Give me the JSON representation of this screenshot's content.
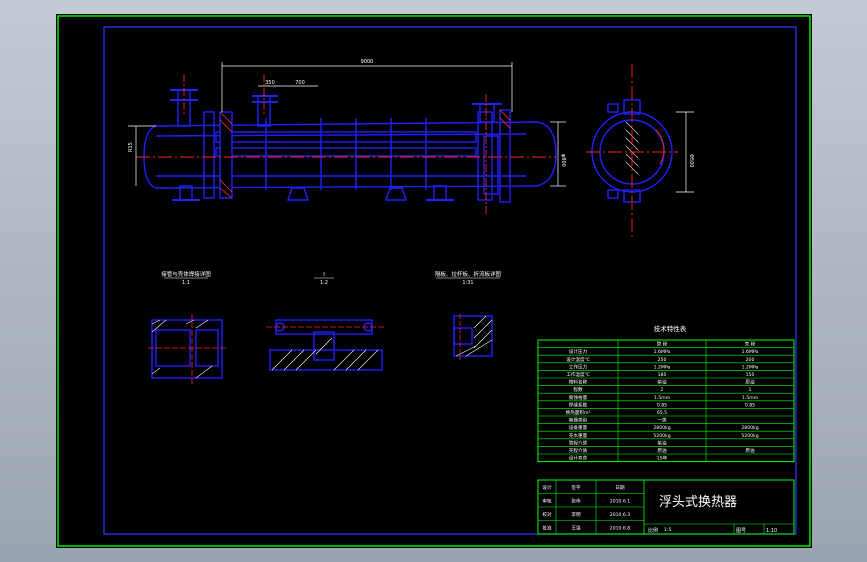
{
  "drawing": {
    "title": "浮头式换热器",
    "colors": {
      "background": "#000000",
      "viewport": "#a9b3bf",
      "frame": "#00ff00",
      "inner_frame": "#3030ff",
      "equipment": "#2020ff",
      "centerline": "#ff2020",
      "dimension": "#ffffff",
      "table_lines": "#00ff00"
    },
    "dimensions": {
      "overall_length": "9000",
      "nozzle_spacing_a": "350",
      "nozzle_spacing_b": "700",
      "shell_diameter": "Φ500",
      "left_height": "R15",
      "flange_height": "φ800"
    },
    "details": [
      {
        "title": "接管与壳体焊接详图",
        "scale": "1:1"
      },
      {
        "title": "I",
        "scale": "1:2"
      },
      {
        "title": "隔板、拉杆板、折流板详图",
        "scale": "1:31"
      }
    ],
    "tech_table": {
      "title": "技术特性表",
      "headers": [
        "",
        "管 程",
        "壳 程"
      ],
      "rows": [
        [
          "设计压力",
          "1.6MPa",
          "1.6MPa"
        ],
        [
          "设计温度℃",
          "250",
          "200"
        ],
        [
          "工作压力",
          "1.2MPa",
          "1.2MPa"
        ],
        [
          "工作温度℃",
          "180",
          "150"
        ],
        [
          "物料名称",
          "柴油",
          "原油"
        ],
        [
          "程数",
          "2",
          "1"
        ],
        [
          "腐蚀裕量",
          "1.5mm",
          "1.5mm"
        ],
        [
          "焊缝系数",
          "0.85",
          "0.85"
        ],
        [
          "换热面积m²",
          "65.5",
          ""
        ],
        [
          "容器类别",
          "一类",
          ""
        ],
        [
          "设备重量",
          "2800kg",
          "2800kg"
        ],
        [
          "充水重量",
          "5200kg",
          "5200kg"
        ],
        [
          "管程介质",
          "柴油",
          ""
        ],
        [
          "壳程介质",
          "原油",
          "原油"
        ],
        [
          "设计寿命",
          "15年",
          ""
        ]
      ]
    },
    "title_block": {
      "rows": [
        [
          "设计",
          "签字",
          "日期"
        ],
        [
          "审核",
          "张伟",
          "2010.6.1"
        ],
        [
          "校对",
          "李明",
          "2010.6.3"
        ],
        [
          "批准",
          "王强",
          "2010.6.8"
        ]
      ],
      "scale_label": "比例",
      "scale_value": "1:5",
      "sheet_label": "图号",
      "sheet_value": "1:10"
    }
  }
}
